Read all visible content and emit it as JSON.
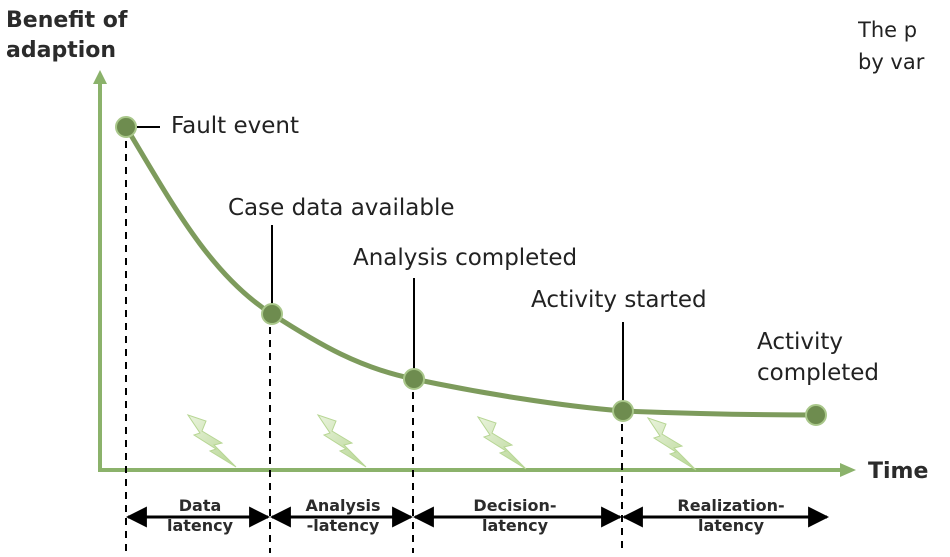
{
  "diagram": {
    "y_axis_label": [
      "Benefit of",
      "adaption"
    ],
    "x_axis_label": "Time",
    "top_text": [
      "The p",
      "by var"
    ],
    "events": [
      {
        "label": "Fault event"
      },
      {
        "label": "Case data available"
      },
      {
        "label": "Analysis completed"
      },
      {
        "label": "Activity started"
      },
      {
        "label": [
          "Activity",
          "completed"
        ]
      }
    ],
    "latencies": [
      {
        "label": [
          "Data",
          "latency"
        ]
      },
      {
        "label": [
          "Analysis",
          "-latency"
        ]
      },
      {
        "label": [
          "Decision-",
          "latency"
        ]
      },
      {
        "label": [
          "Realization-",
          "latency"
        ]
      }
    ],
    "colors": {
      "curve": "#7d9b5c",
      "axis": "#8bb26b",
      "point": "#6e8c4f",
      "lightning": "#c5dfa6",
      "text": "#222222",
      "arrow": "#000000"
    }
  }
}
